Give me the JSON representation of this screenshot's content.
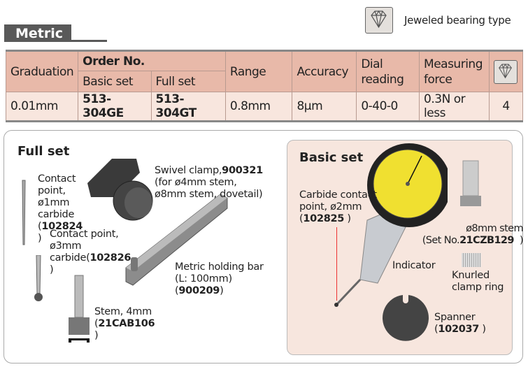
{
  "section_title": "Metric",
  "legend": {
    "icon": "diamond-icon",
    "label": "Jeweled bearing type"
  },
  "table": {
    "headers": {
      "graduation": "Graduation",
      "order_no": "Order No.",
      "basic_set": "Basic set",
      "full_set": "Full set",
      "range": "Range",
      "accuracy": "Accuracy",
      "dial_reading": "Dial reading",
      "measuring_force": "Measuring force",
      "jewel_icon": "diamond-icon"
    },
    "row": {
      "graduation": "0.01mm",
      "basic_set": "513-304GE",
      "full_set": "513-304GT",
      "range": "0.8mm",
      "accuracy": "8µm",
      "dial_reading": "0-40-0",
      "measuring_force": "0.3N or less",
      "jewel": "4"
    }
  },
  "full_set": {
    "title": "Full set",
    "contact1": {
      "text": "Contact point, ø1mm carbide (",
      "code": "102824",
      "close": " )"
    },
    "contact3": {
      "text": "Contact point, ø3mm carbide(",
      "code": "102826",
      "close": " )"
    },
    "swivel": {
      "text": "Swivel clamp,",
      "code": "900321",
      "text2": "(for ø4mm stem, ø8mm stem, dovetail)"
    },
    "bar": {
      "text": "Metric holding bar (L: 100mm)",
      "open": "(",
      "code": "900209",
      "close": ")"
    },
    "stem": {
      "text": "Stem, 4mm",
      "open": "(",
      "code": "21CAB106",
      "close": "  )"
    }
  },
  "basic_set": {
    "title": "Basic set",
    "carbide": {
      "text": "Carbide contact point, ø2mm",
      "open": "(",
      "code": "102825",
      "close": " )"
    },
    "indicator": "Indicator",
    "stem8": {
      "text": "ø8mm stem",
      "open": "(Set No.",
      "code": "21CZB129",
      "close": "  )"
    },
    "knurled": "Knurled clamp ring",
    "spanner": {
      "text": "Spanner",
      "open": "(",
      "code": "102037",
      "close": " )"
    }
  }
}
